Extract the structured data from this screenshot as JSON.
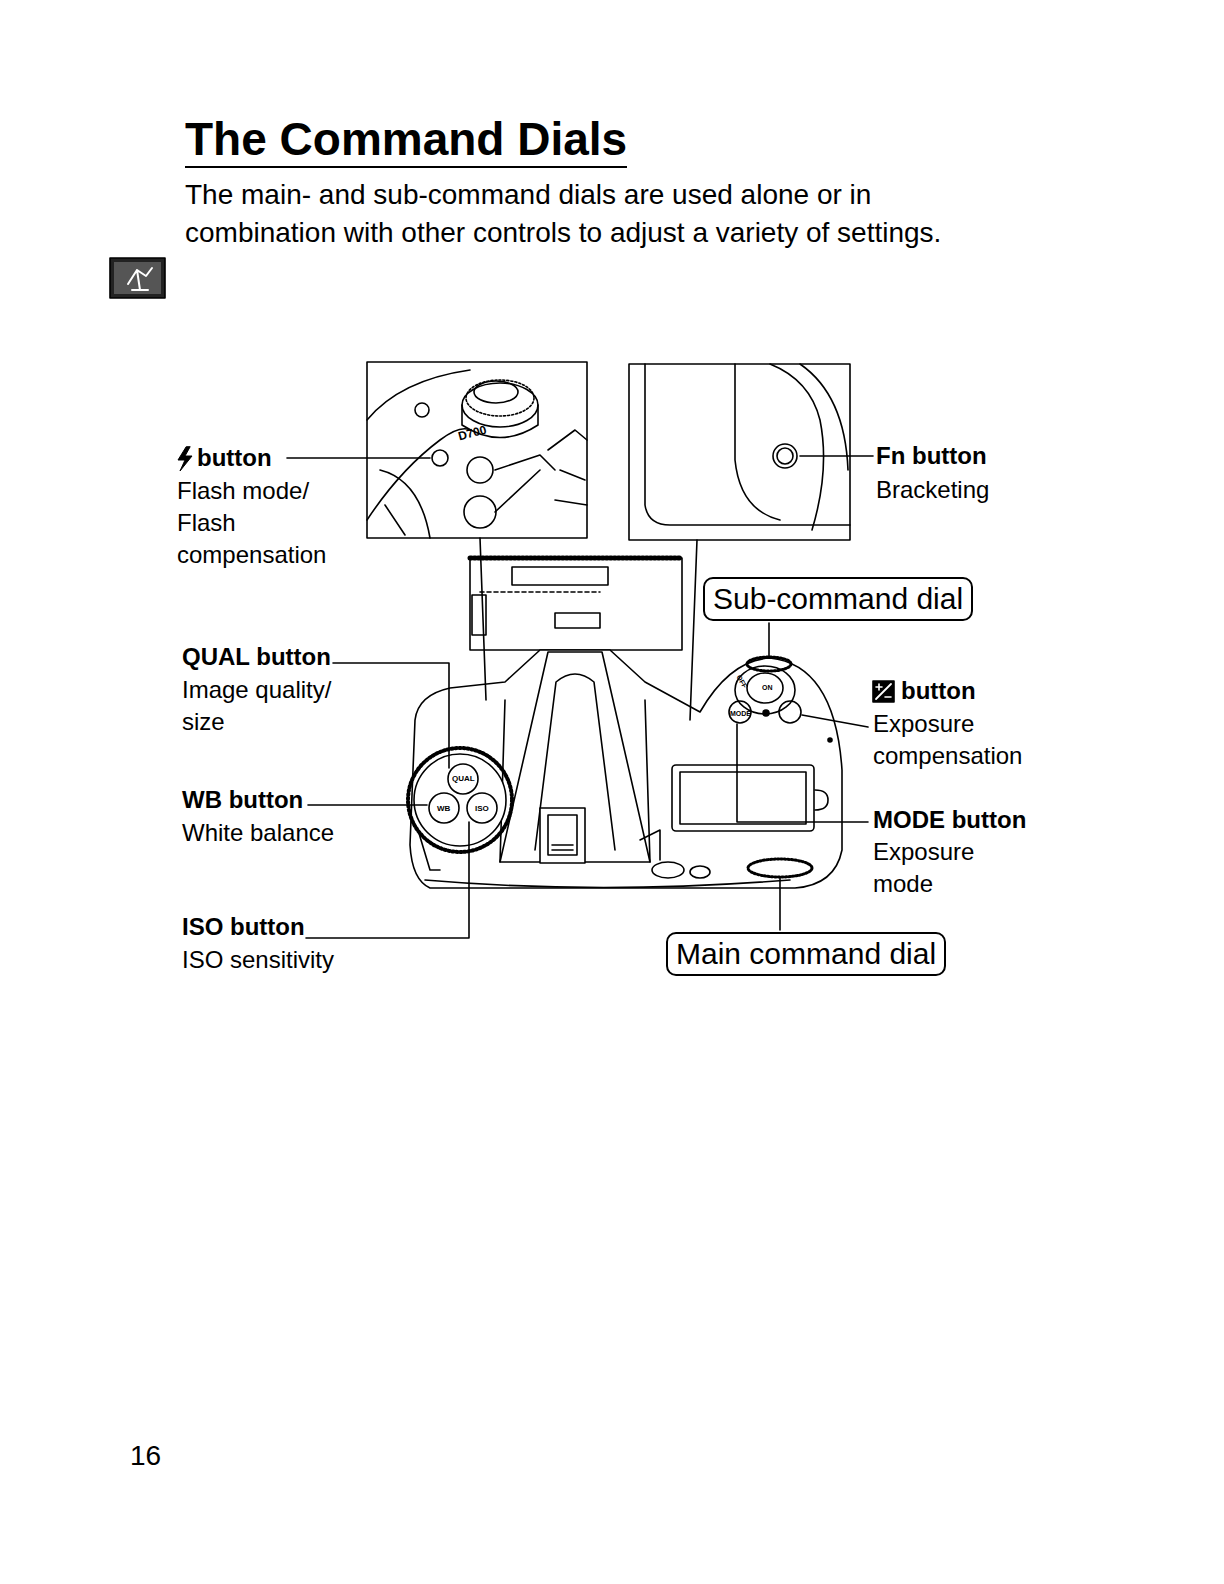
{
  "diagram": {
    "title": "The Command Dials",
    "nodes": [
      {
        "text": [
          "Sub-command dial"
        ]
      },
      {
        "text": [
          "Main command dial"
        ]
      }
    ],
    "labels": [
      "The main- and sub-command dials are used alone or in combination with other controls to adjust a variety of settings.",
      "button",
      "Flash mode/ Flash compensation",
      "Fn button",
      "Bracketing",
      "QUAL button",
      "Image quality/ size",
      "WB button",
      "White balance",
      "ISO button",
      "ISO sensitivity",
      "button",
      "Exposure compensation",
      "MODE button",
      "Exposure mode",
      "16",
      "D700",
      "QUAL",
      "WB",
      "ISO",
      "MODE",
      "OFF",
      "ON"
    ]
  }
}
